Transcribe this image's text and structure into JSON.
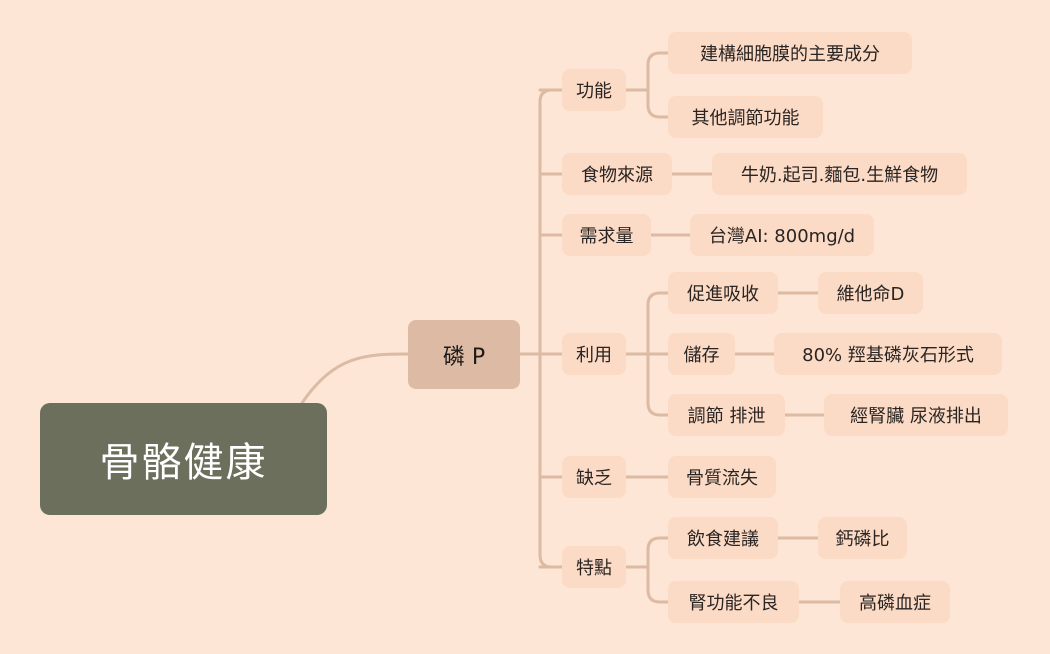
{
  "colors": {
    "background": "#fde6d5",
    "root_fill": "#6b6f5c",
    "main_fill": "#dcbaa4",
    "leaf_fill": "#fbdac6",
    "connector": "#dcbaa4"
  },
  "root": {
    "label": "骨骼健康"
  },
  "main": {
    "label": "磷 P"
  },
  "branches": {
    "function": {
      "label": "功能",
      "children": [
        "建構細胞膜的主要成分",
        "其他調節功能"
      ]
    },
    "food": {
      "label": "食物來源",
      "children": [
        "牛奶.起司.麵包.生鮮食物"
      ]
    },
    "requirement": {
      "label": "需求量",
      "children": [
        "台灣AI: 800mg/d"
      ]
    },
    "utilization": {
      "label": "利用",
      "children": [
        {
          "label": "促進吸收",
          "detail": "維他命D"
        },
        {
          "label": "儲存",
          "detail": "80% 羥基磷灰石形式"
        },
        {
          "label": "調節 排泄",
          "detail": "經腎臟 尿液排出"
        }
      ]
    },
    "deficiency": {
      "label": "缺乏",
      "children": [
        "骨質流失"
      ]
    },
    "features": {
      "label": "特點",
      "children": [
        {
          "label": "飲食建議",
          "detail": "鈣磷比"
        },
        {
          "label": "腎功能不良",
          "detail": "高磷血症"
        }
      ]
    }
  }
}
